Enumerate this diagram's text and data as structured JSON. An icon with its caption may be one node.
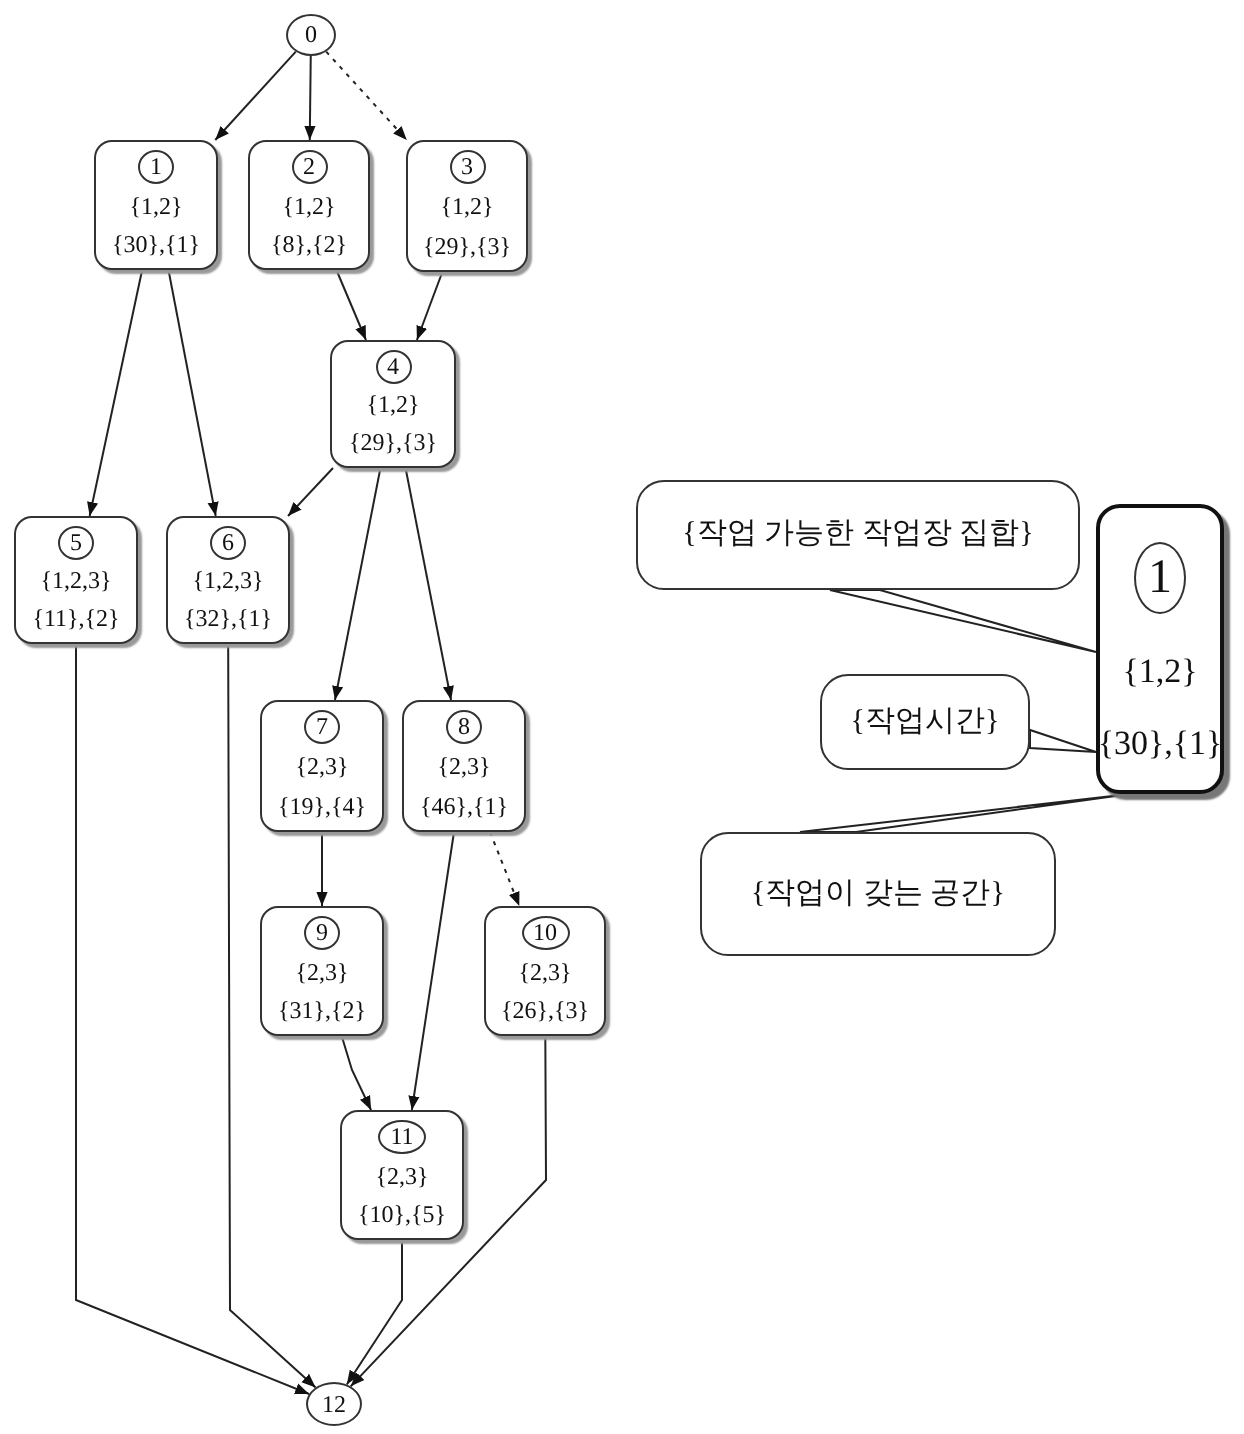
{
  "diagram": {
    "nodes": [
      {
        "text": [
          "0"
        ]
      },
      {
        "text": [
          "1",
          "{1,2}",
          "{30},{1}"
        ]
      },
      {
        "text": [
          "2",
          "{1,2}",
          "{8},{2}"
        ]
      },
      {
        "text": [
          "3",
          "{1,2}",
          "{29},{3}"
        ]
      },
      {
        "text": [
          "4",
          "{1,2}",
          "{29},{3}"
        ]
      },
      {
        "text": [
          "5",
          "{1,2,3}",
          "{11},{2}"
        ]
      },
      {
        "text": [
          "6",
          "{1,2,3}",
          "{32},{1}"
        ]
      },
      {
        "text": [
          "7",
          "{2,3}",
          "{19},{4}"
        ]
      },
      {
        "text": [
          "8",
          "{2,3}",
          "{46},{1}"
        ]
      },
      {
        "text": [
          "9",
          "{2,3}",
          "{31},{2}"
        ]
      },
      {
        "text": [
          "10",
          "{2,3}",
          "{26},{3}"
        ]
      },
      {
        "text": [
          "11",
          "{2,3}",
          "{10},{5}"
        ]
      },
      {
        "text": [
          "12"
        ]
      },
      {
        "text": [
          "{작업 가능한 작업장 집합}"
        ]
      },
      {
        "text": [
          "1",
          "{1,2}",
          "{30},{1}"
        ]
      },
      {
        "text": [
          "{작업시간}"
        ]
      },
      {
        "text": [
          "{작업이 갖는 공간}"
        ]
      }
    ],
    "edges": [
      {
        "from": 0,
        "to": 1,
        "arrow": "to"
      },
      {
        "from": 0,
        "to": 2,
        "arrow": "to"
      },
      {
        "from": 0,
        "to": 3,
        "arrow": "to",
        "style": "dashed"
      },
      {
        "from": 1,
        "to": 5,
        "arrow": "to"
      },
      {
        "from": 1,
        "to": 6,
        "arrow": "to"
      },
      {
        "from": 2,
        "to": 4,
        "arrow": "to"
      },
      {
        "from": 3,
        "to": 4,
        "arrow": "to"
      },
      {
        "from": 4,
        "to": 6,
        "arrow": "to"
      },
      {
        "from": 4,
        "to": 7,
        "arrow": "to"
      },
      {
        "from": 4,
        "to": 8,
        "arrow": "to"
      },
      {
        "from": 7,
        "to": 9,
        "arrow": "to"
      },
      {
        "from": 8,
        "to": 10,
        "arrow": "to",
        "style": "dashed"
      },
      {
        "from": 8,
        "to": 11,
        "arrow": "to"
      },
      {
        "from": 9,
        "to": 11,
        "arrow": "to"
      },
      {
        "from": 5,
        "to": 12,
        "arrow": "to"
      },
      {
        "from": 6,
        "to": 12,
        "arrow": "to"
      },
      {
        "from": 11,
        "to": 12,
        "arrow": "to"
      },
      {
        "from": 10,
        "to": 12,
        "arrow": "to"
      },
      {
        "from": 13,
        "to": 14,
        "arrow": "none"
      },
      {
        "from": 15,
        "to": 14,
        "arrow": "none"
      },
      {
        "from": 16,
        "to": 14,
        "arrow": "none"
      }
    ]
  }
}
